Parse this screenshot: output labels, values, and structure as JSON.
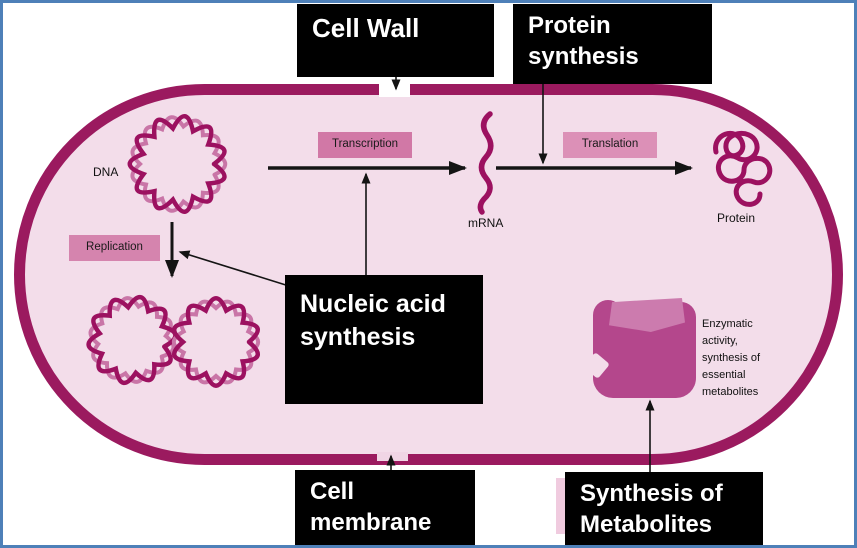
{
  "colors": {
    "frame": "#4E80B8",
    "membrane": "#9B1A5F",
    "cytoplasm": "#F3DDEA",
    "tag-pink": "#D178A6",
    "tag-pink-light": "#DC90B7",
    "tag-pink-mid": "#D584AE",
    "dna-dark": "#9C1160",
    "dna-light": "#C975A7",
    "enzyme": "#B4478C",
    "enzyme-light": "#CC7BAE",
    "label-bg": "#000000",
    "label-text": "#FFFFFF",
    "arrow": "#141414",
    "notch-pink": "#F0D5E5",
    "sliver-pink": "#F0CBDF"
  },
  "target_labels": {
    "cell_wall": "Cell Wall",
    "protein_synthesis": "Protein synthesis",
    "nucleic_acid_synthesis": "Nucleic acid synthesis",
    "cell_membrane": "Cell membrane",
    "synthesis_of_metabolites": "Synthesis of Metabolites"
  },
  "process_tags": {
    "transcription": "Transcription",
    "translation": "Translation",
    "replication": "Replication"
  },
  "molecules": {
    "dna": "DNA",
    "mrna": "mRNA",
    "protein": "Protein"
  },
  "annotations": {
    "enzyme_note": "Enzymatic activity, synthesis of essential metabolites"
  }
}
